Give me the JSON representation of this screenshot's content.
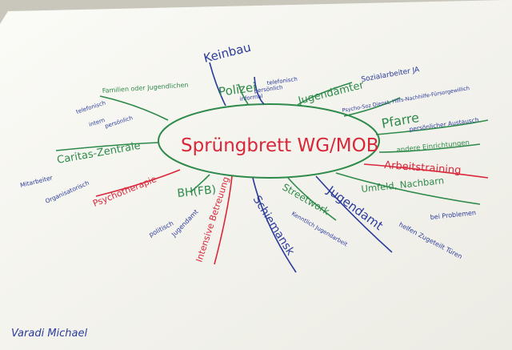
{
  "center": {
    "label": "Sprüngbrett WG/MOB"
  },
  "branches": {
    "keinbau": "Keinbau",
    "polizei": "Polizei",
    "polizei_sub": [
      "telefonisch",
      "persönlich",
      "informal"
    ],
    "jugendaemter": "Jugendämter",
    "jugendaemter_sub": [
      "Sozialarbeiter JA"
    ],
    "psycho_dienst": "Psycho-Soz Dienst, Hilfs-Nachhilfe-Fürsorgewillich",
    "pfarre": "Pfarre",
    "pfarre_sub": "persönlicher Austausch",
    "andere": "andere Einrichtungen",
    "arbeitstraining": "Arbeitstraining",
    "umfeld": "Umfeld, Nachbarn",
    "umfeld_sub": [
      "bei Problemen",
      "helfen Zugeteilt Türen"
    ],
    "jugendamt": "Jugendamt",
    "streetwork": "Streetwork",
    "streetwork_sub": "Kenntlich Jugendarbeit",
    "schiemansk": "Schiemansk",
    "intensive_betreuung": "Intensive Betreuung",
    "bh": "BH(FB)",
    "bh_sub": [
      "politisch",
      "Jugendamt"
    ],
    "psychotherapie": "Psychotherapie",
    "caritas": "Caritas-Zentrale",
    "caritas_sub": [
      "Mitarbeiter",
      "Organisatorisch"
    ],
    "familien": "Familien oder Jugendlichen",
    "familien_sub": [
      "telefonisch",
      "intern",
      "persönlich"
    ]
  },
  "signature": "Varadi Michael",
  "colors": {
    "green": "#2e8a4a",
    "red": "#d9273a",
    "blue": "#2b3b9c",
    "paper": "#f6f6f1"
  }
}
